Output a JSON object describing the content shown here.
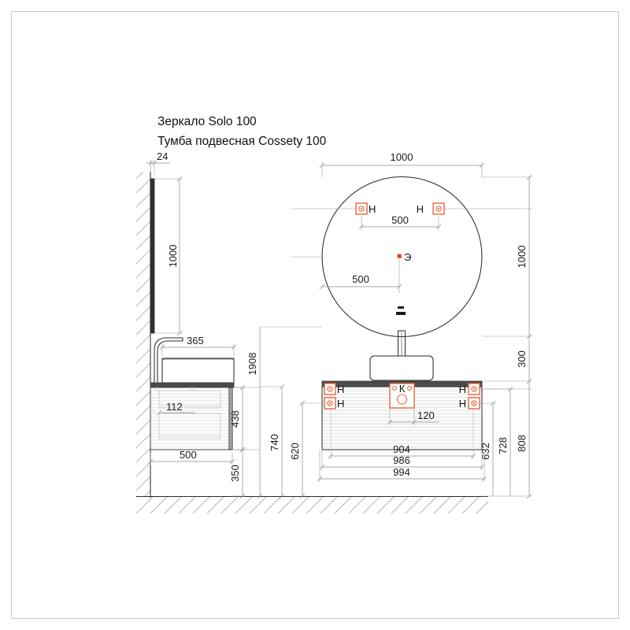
{
  "drawing": {
    "title_line_1": "Зеркало Solo 100",
    "title_line_2": "Тумба подвесная Cossety 100",
    "accent_color": "#e8663c",
    "electrical_color": "#d9361e",
    "line_color": "#2b2b2b",
    "dimension_color": "#8c8c8c"
  },
  "markers": {
    "mount_label": "Н",
    "water_label": "К",
    "electrical_label": "Э"
  },
  "side_view": {
    "dimensions": {
      "mirror_thickness": "24",
      "mirror_height": "1000",
      "basin_depth": "365",
      "drawer_inset": "112",
      "cabinet_height": "438",
      "cabinet_depth": "500",
      "floor_clearance": "350",
      "total_height": "1908"
    }
  },
  "front_view": {
    "dimensions": {
      "mirror_width": "1000",
      "mirror_height": "1000",
      "mount_spacing": "500",
      "electrical_offset": "500",
      "mirror_to_cabinet": "300",
      "water_offset": "120",
      "cabinet_inner_width": "904",
      "cabinet_body_width": "986",
      "cabinet_total_width": "994",
      "cabinet_drop_740": "740",
      "cabinet_drop_620": "620",
      "cabinet_drop_632": "632",
      "cabinet_drop_728": "728",
      "cabinet_drop_808": "808"
    }
  }
}
